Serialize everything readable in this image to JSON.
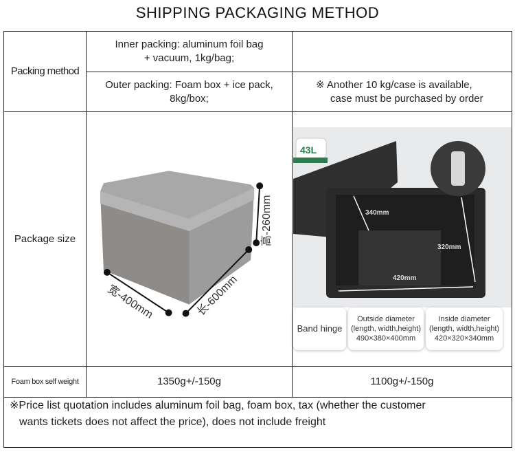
{
  "title": "SHIPPING PACKAGING METHOD",
  "packing": {
    "label": "Packing method",
    "inner": "Inner packing: aluminum foil bag + vacuum, 1kg/bag;",
    "outer": "Outer packing: Foam box + ice pack, 8kg/box;",
    "note_line1": "※ Another 10 kg/case is available,",
    "note_line2": "case must be purchased by order"
  },
  "size": {
    "label": "Package size",
    "box1": {
      "width": "宽-400mm",
      "length": "长-600mm",
      "height": "高-260mm"
    },
    "box2": {
      "badge": "43L",
      "dim_depth": "340mm",
      "dim_width": "320mm",
      "dim_length": "420mm",
      "cards": [
        {
          "lines": [
            "Band hinge"
          ]
        },
        {
          "lines": [
            "Outside diameter",
            "(length, width,height)",
            "490×380×400mm"
          ]
        },
        {
          "lines": [
            "Inside diameter",
            "(length, width,height)",
            "420×320×340mm"
          ]
        }
      ]
    }
  },
  "weight": {
    "label": "Foam box self weight",
    "box1": "1350g+/-150g",
    "box2": "1100g+/-150g"
  },
  "footer": {
    "line1": "※Price list quotation includes aluminum foil bag, foam box, tax (whether the customer",
    "line2": "wants tickets does not affect the price), does not include freight"
  },
  "colors": {
    "badge_green": "#2e7d4f",
    "box_gray": "#9a9a9a",
    "box_black": "#2a2a2a"
  }
}
